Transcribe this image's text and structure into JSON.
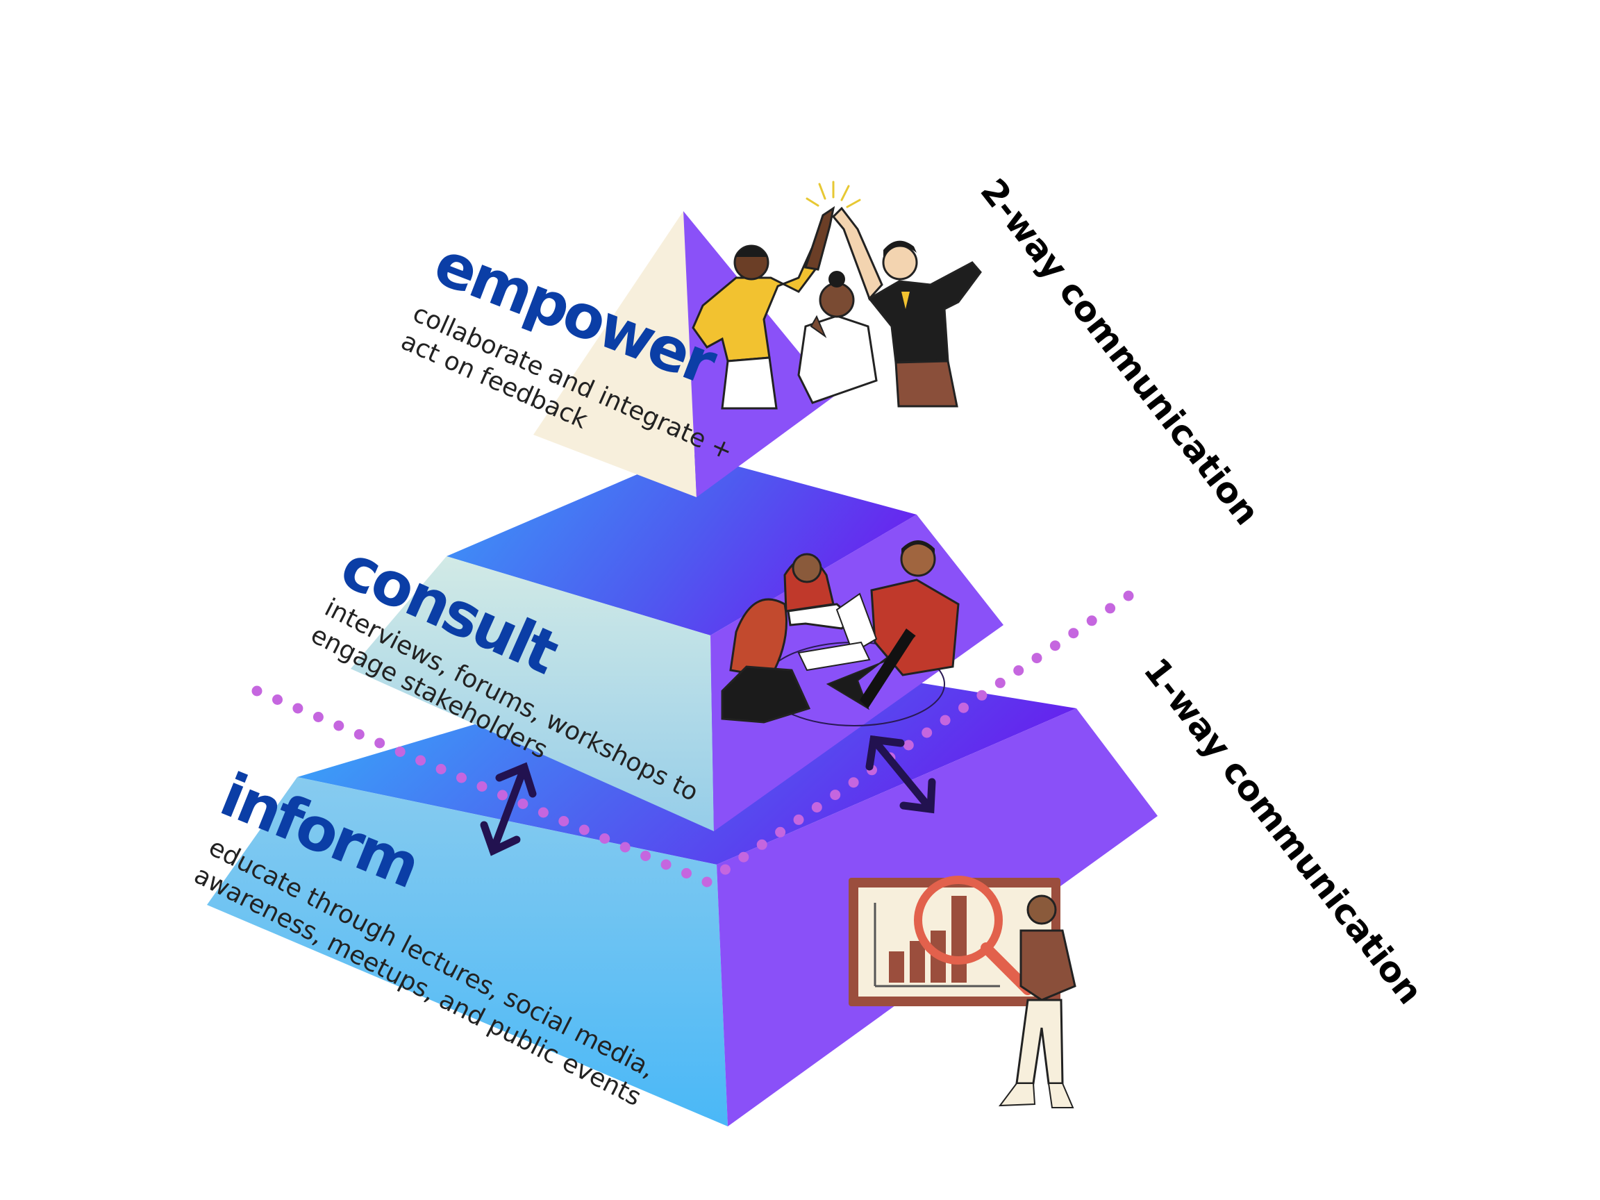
{
  "colors": {
    "title_blue": "#0b3ea6",
    "bottom_front_top": "#87cbef",
    "bottom_front_bottom": "#4ab8f7",
    "bottom_top_left": "#3aaaf5",
    "bottom_top_right": "#6a2ef0",
    "right_face": "#8a50f8",
    "middle_front_top": "#cde8e6",
    "middle_front_bottom": "#98cfe8",
    "top_front": "#f7efdc",
    "arrow": "#221250",
    "dots": "#c566df"
  },
  "tiers": [
    {
      "id": "empower",
      "title": "empower",
      "description_lines": [
        "collaborate and integrate +",
        "act on feedback"
      ],
      "illustration": "group-celebrating-high-five"
    },
    {
      "id": "consult",
      "title": "consult",
      "description_lines": [
        "interviews, forums, workshops to",
        "engage stakeholders"
      ],
      "illustration": "team-meeting-around-laptop"
    },
    {
      "id": "inform",
      "title": "inform",
      "description_lines": [
        "educate through lectures, social media,",
        "awareness, meetups, and public events"
      ],
      "illustration": "presenter-with-magnifying-glass-chart"
    }
  ],
  "communication": {
    "two_way": "2-way communication",
    "one_way": "1-way communication"
  }
}
